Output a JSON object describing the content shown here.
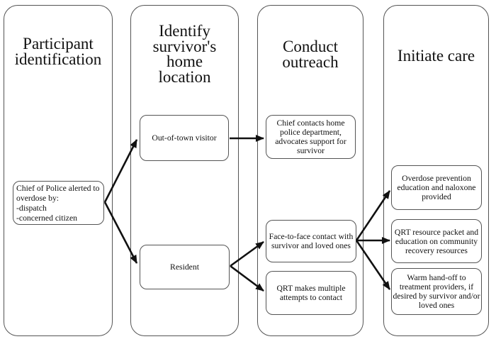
{
  "diagram": {
    "lanes": [
      {
        "id": "participant-identification",
        "title": "Participant\nidentification"
      },
      {
        "id": "identify-home-location",
        "title": "Identify\nsurvivor's\nhome\nlocation"
      },
      {
        "id": "conduct-outreach",
        "title": "Conduct\noutreach"
      },
      {
        "id": "initiate-care",
        "title": "Initiate care"
      }
    ],
    "nodes": [
      {
        "id": "chief-alerted",
        "lane": "participant-identification",
        "text": "Chief of Police alerted to\noverdose by:\n-dispatch\n-concerned citizen"
      },
      {
        "id": "out-of-town-visitor",
        "lane": "identify-home-location",
        "text": "Out-of-town visitor"
      },
      {
        "id": "resident",
        "lane": "identify-home-location",
        "text": "Resident"
      },
      {
        "id": "chief-contacts-home-pd",
        "lane": "conduct-outreach",
        "text": "Chief contacts home\npolice department,\nadvocates support for\nsurvivor"
      },
      {
        "id": "face-to-face-contact",
        "lane": "conduct-outreach",
        "text": "Face-to-face contact with\nsurvivor and loved ones"
      },
      {
        "id": "qrt-multiple-attempts",
        "lane": "conduct-outreach",
        "text": "QRT makes multiple\nattempts to contact"
      },
      {
        "id": "overdose-prevention-education",
        "lane": "initiate-care",
        "text": "Overdose prevention\neducation and naloxone\nprovided"
      },
      {
        "id": "qrt-resource-packet",
        "lane": "initiate-care",
        "text": "QRT resource packet and\neducation on community\nrecovery resources"
      },
      {
        "id": "warm-hand-off",
        "lane": "initiate-care",
        "text": "Warm hand-off to\ntreatment providers, if\ndesired by survivor and/or\nloved ones"
      }
    ],
    "edges": [
      {
        "from": "chief-alerted",
        "to": "out-of-town-visitor"
      },
      {
        "from": "chief-alerted",
        "to": "resident"
      },
      {
        "from": "out-of-town-visitor",
        "to": "chief-contacts-home-pd"
      },
      {
        "from": "resident",
        "to": "face-to-face-contact"
      },
      {
        "from": "resident",
        "to": "qrt-multiple-attempts"
      },
      {
        "from": "face-to-face-contact",
        "to": "overdose-prevention-education"
      },
      {
        "from": "face-to-face-contact",
        "to": "qrt-resource-packet"
      },
      {
        "from": "face-to-face-contact",
        "to": "warm-hand-off"
      }
    ],
    "colors": {
      "border": "#545454",
      "arrow": "#111111",
      "background": "#ffffff",
      "text": "#111111"
    }
  }
}
